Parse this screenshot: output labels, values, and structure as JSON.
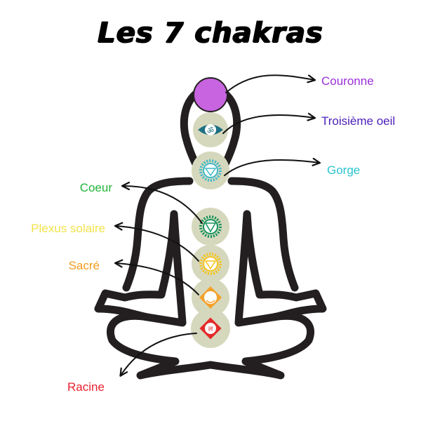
{
  "title": "Les 7 chakras",
  "colors": {
    "outline": "#231f20",
    "disc": "#d6d8bd",
    "arrow": "#111111"
  },
  "chakras": [
    {
      "name": "Couronne",
      "color": "#9b30d9",
      "icon": "crown-chakra-icon",
      "fill": "#c864e0",
      "side": "right"
    },
    {
      "name": "Troisième oeil",
      "color": "#4b1fb8",
      "icon": "third-eye-chakra-icon",
      "fill": "#1e6f82",
      "side": "right"
    },
    {
      "name": "Gorge",
      "color": "#2bc4cf",
      "icon": "throat-chakra-icon",
      "fill": "#3fb9c9",
      "side": "right"
    },
    {
      "name": "Coeur",
      "color": "#22b53a",
      "icon": "heart-chakra-icon",
      "fill": "#12915a",
      "side": "left"
    },
    {
      "name": "Plexus solaire",
      "color": "#f2e24a",
      "icon": "solar-plexus-chakra-icon",
      "fill": "#f6c31b",
      "side": "left"
    },
    {
      "name": "Sacré",
      "color": "#f39a1c",
      "icon": "sacral-chakra-icon",
      "fill": "#f2a12a",
      "side": "left"
    },
    {
      "name": "Racine",
      "color": "#e8202d",
      "icon": "root-chakra-icon",
      "fill": "#e42a2a",
      "side": "left"
    }
  ]
}
